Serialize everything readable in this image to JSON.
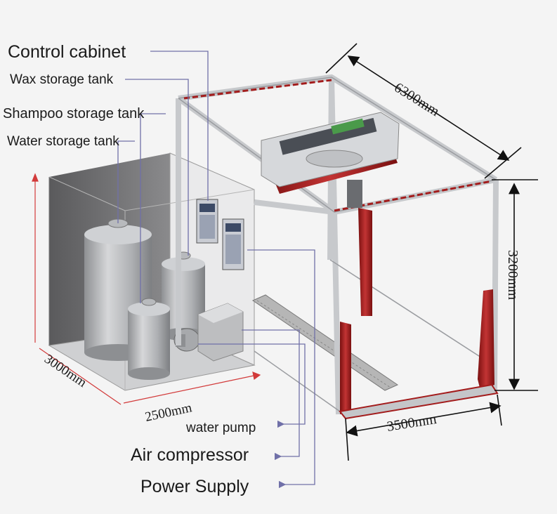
{
  "labels": {
    "control_cabinet": "Control cabinet",
    "wax_tank": "Wax storage tank",
    "shampoo_tank": "Shampoo storage tank",
    "water_tank": "Water storage tank",
    "water_pump": "water pump",
    "air_compressor": "Air compressor",
    "power_supply": "Power Supply"
  },
  "dimensions": {
    "length": "6300mm",
    "height": "3200mm",
    "width": "3500mm",
    "room_depth": "3000mm",
    "room_width": "2500mm"
  },
  "colors": {
    "frame": "#c7c9cc",
    "accent_red": "#a31c1c",
    "leader_line": "#6a6aa0",
    "room_wall": "#6c6c6e"
  }
}
